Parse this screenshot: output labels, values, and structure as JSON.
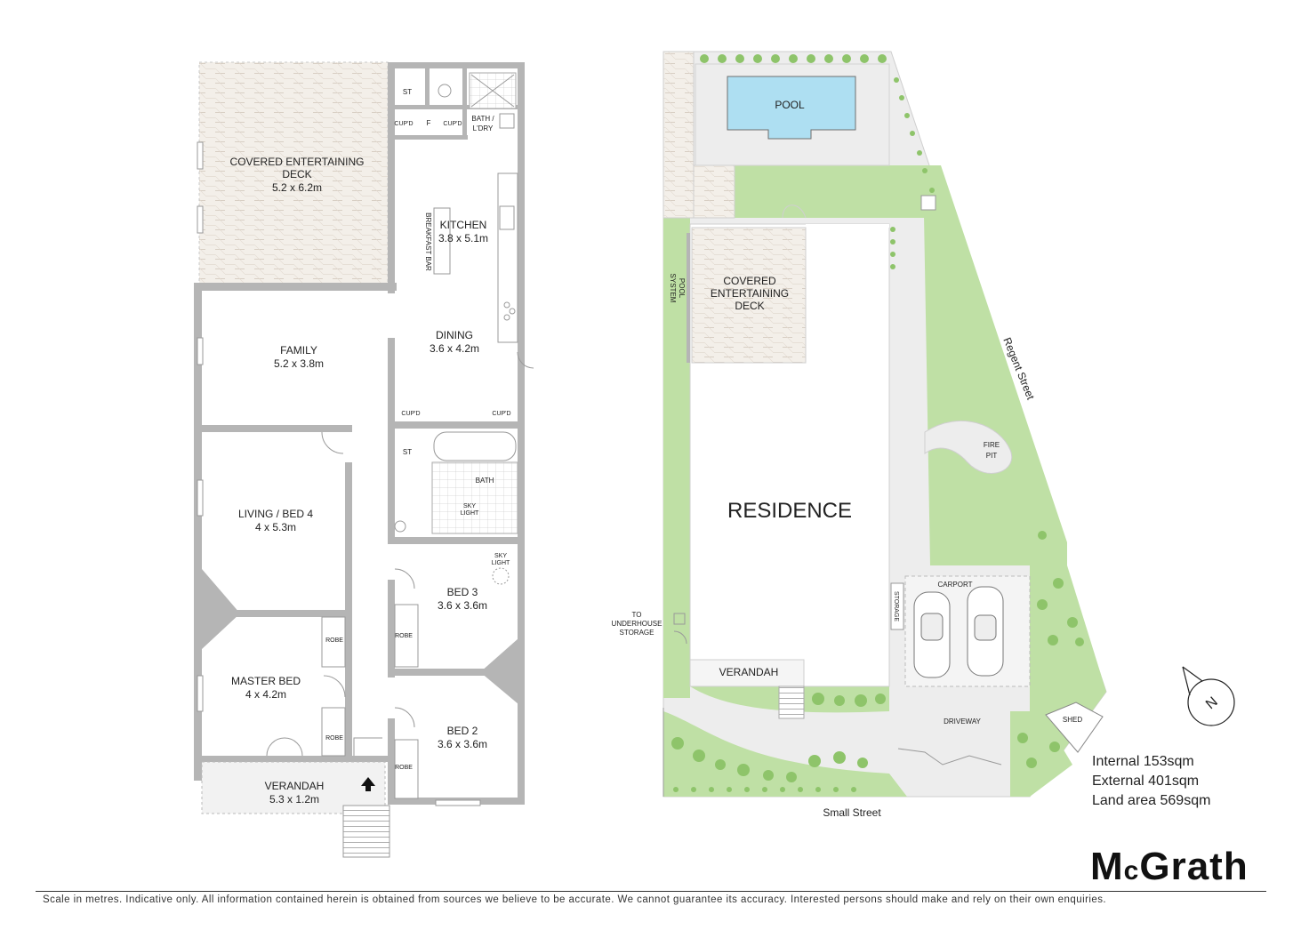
{
  "floor_plan": {
    "rooms": {
      "covered_deck": {
        "name1": "COVERED ENTERTAINING",
        "name2": "DECK",
        "size": "5.2 x 6.2m"
      },
      "st_top": "ST",
      "cupd_a": "CUP'D",
      "fridge": "F",
      "cupd_b": "CUP'D",
      "bath_ldry1": "BATH /",
      "bath_ldry2": "L'DRY",
      "kitchen": {
        "name": "KITCHEN",
        "size": "3.8 x 5.1m"
      },
      "breakfast_bar": "BREAKFAST BAR",
      "dining": {
        "name": "DINING",
        "size": "3.6 x 4.2m"
      },
      "family": {
        "name": "FAMILY",
        "size": "5.2 x 3.8m"
      },
      "cupd_c": "CUP'D",
      "cupd_d": "CUP'D",
      "st_mid": "ST",
      "bath": "BATH",
      "skylight_bath1": "SKY",
      "skylight_bath2": "LIGHT",
      "living_bed4": {
        "name": "LIVING / BED 4",
        "size": "4 x 5.3m"
      },
      "skylight_bed3_1": "SKY",
      "skylight_bed3_2": "LIGHT",
      "bed3": {
        "name": "BED 3",
        "size": "3.6 x 3.6m"
      },
      "robe_a": "ROBE",
      "robe_b": "ROBE",
      "master_bed": {
        "name": "MASTER BED",
        "size": "4 x 4.2m"
      },
      "robe_c": "ROBE",
      "bed2": {
        "name": "BED 2",
        "size": "3.6 x 3.6m"
      },
      "robe_d": "ROBE",
      "verandah": {
        "name": "VERANDAH",
        "size": "5.3 x 1.2m"
      }
    }
  },
  "site_plan": {
    "pool": "POOL",
    "pool_system1": "POOL",
    "pool_system2": "SYSTEM",
    "deck1": "COVERED",
    "deck2": "ENTERTAINING",
    "deck3": "DECK",
    "regent_street": "Regent Street",
    "fire_pit1": "FIRE",
    "fire_pit2": "PIT",
    "residence": "RESIDENCE",
    "carport": "CARPORT",
    "storage": "STORAGE",
    "underhouse1": "TO",
    "underhouse2": "UNDERHOUSE",
    "underhouse3": "STORAGE",
    "verandah": "VERANDAH",
    "driveway": "DRIVEWAY",
    "shed": "SHED",
    "small_street": "Small Street",
    "compass": "N"
  },
  "stats": {
    "internal": "Internal 153sqm",
    "external": "External 401sqm",
    "land": "Land area 569sqm"
  },
  "brand": {
    "part1": "M",
    "part2": "c",
    "part3": "Grath"
  },
  "disclaimer": "Scale in metres. Indicative only. All information contained herein is obtained from sources we believe to be accurate. We cannot guarantee its accuracy. Interested persons should make and rely on their own enquiries.",
  "colors": {
    "lawn": "#bfe0a5",
    "hedge": "#8ec46a",
    "pool": "#aedff2",
    "deck": "#eae3db",
    "wall": "#b5b5b5",
    "paving": "#ededed"
  }
}
